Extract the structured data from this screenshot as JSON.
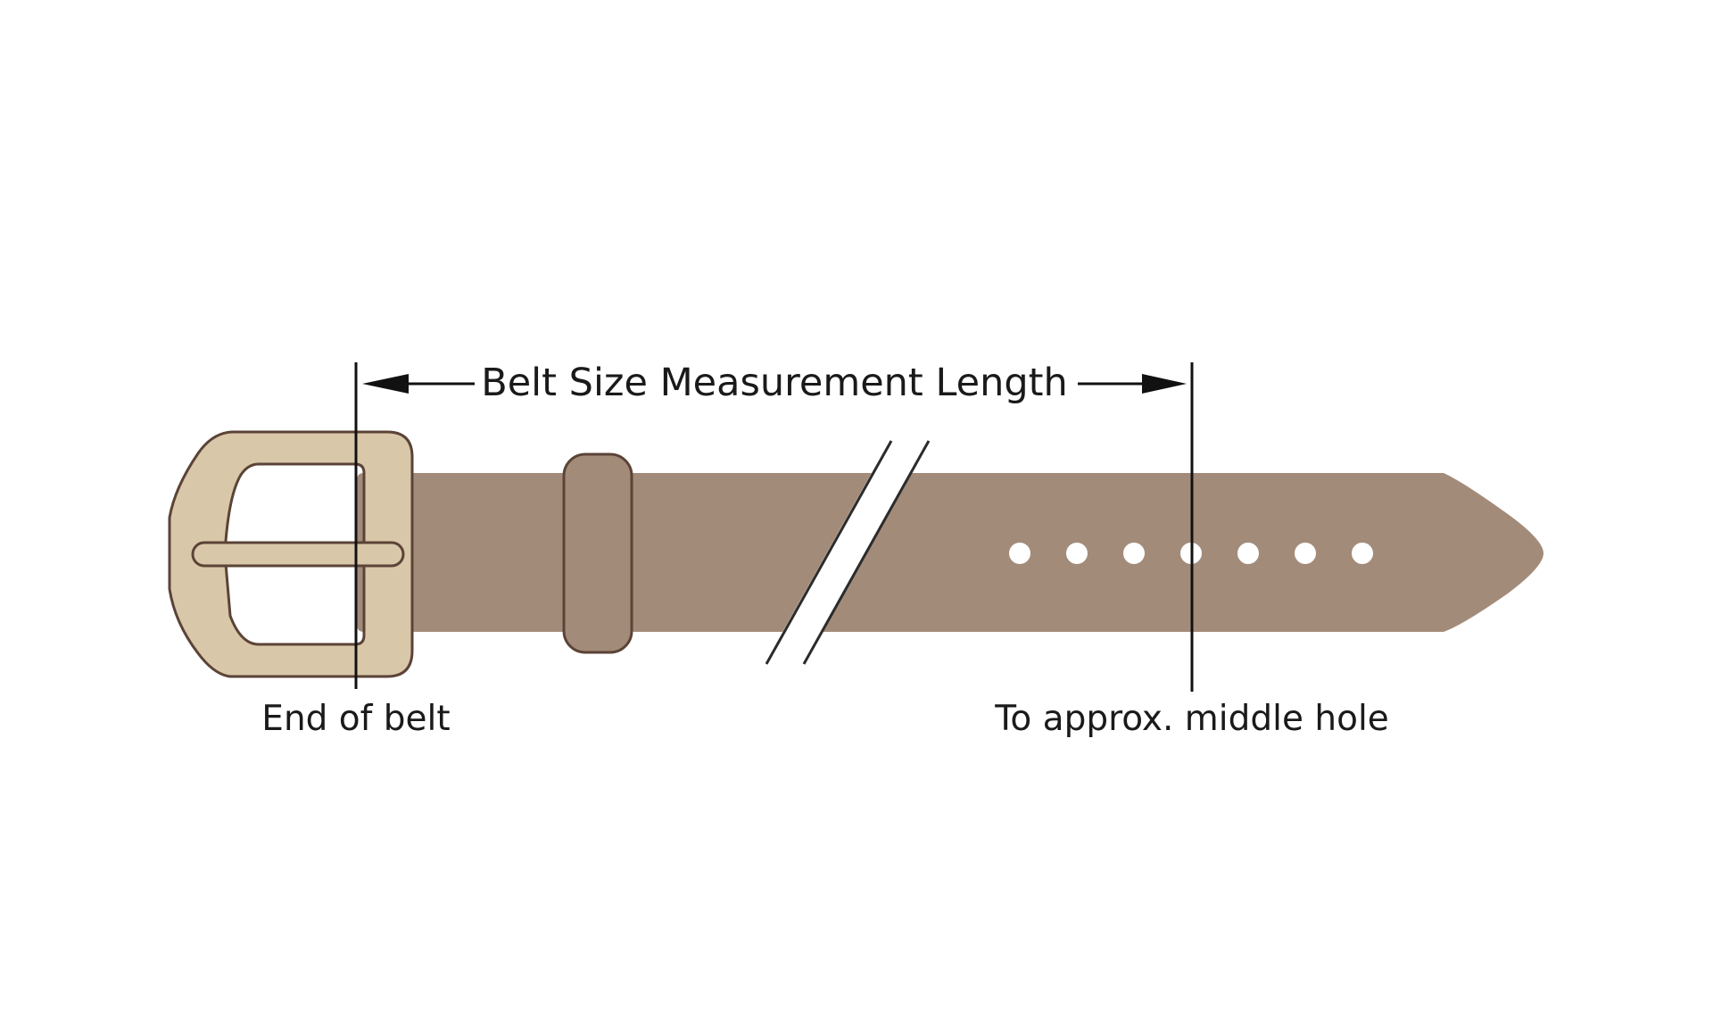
{
  "title": "Belt Size Measurement Length",
  "labels": {
    "start": "End of belt",
    "end": "To approx. middle hole"
  },
  "belt": {
    "hole_count": 7,
    "measured_hole": 4
  },
  "colors": {
    "background": "#ffffff",
    "strap": "#a38b7a",
    "buckle_fill": "#d9c7a9",
    "buckle_outline": "#5b4337",
    "keeper": "#a38b7a",
    "hole": "#ffffff",
    "line": "#111111",
    "text": "#1a1a1a"
  },
  "icons": {
    "buckle": "belt-buckle-icon",
    "keeper": "belt-loop-icon",
    "arrow_left": "arrow-left-icon",
    "arrow_right": "arrow-right-icon",
    "break": "break-mark-icon"
  }
}
